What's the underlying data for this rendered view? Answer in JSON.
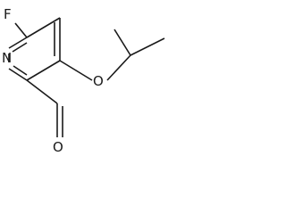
{
  "molecule": {
    "atoms": {
      "fluorine": "F",
      "ring_nitrogen": "N",
      "ether_oxygen": "O",
      "aldehyde_oxygen": "O"
    },
    "colors": {
      "ink": "#1a1a1a",
      "background": "#ffffff"
    }
  }
}
